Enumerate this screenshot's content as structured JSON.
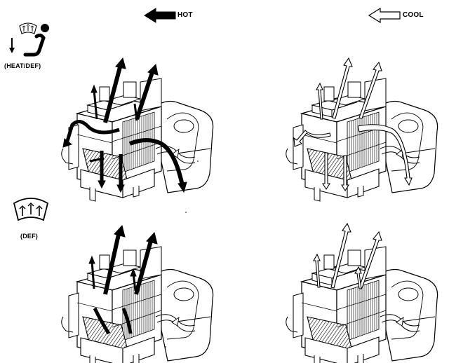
{
  "legend": {
    "hot_label": "HOT",
    "cool_label": "COOL"
  },
  "modes": [
    {
      "id": "heat-def",
      "label": "(HEAT/DEF)",
      "icon": "heat-def-mode-icon"
    },
    {
      "id": "def",
      "label": "(DEF)",
      "icon": "windshield-defrost-icon"
    }
  ],
  "colors": {
    "hot_arrow": "#000000",
    "cool_arrow": "#ffffff",
    "line": "#000000"
  }
}
